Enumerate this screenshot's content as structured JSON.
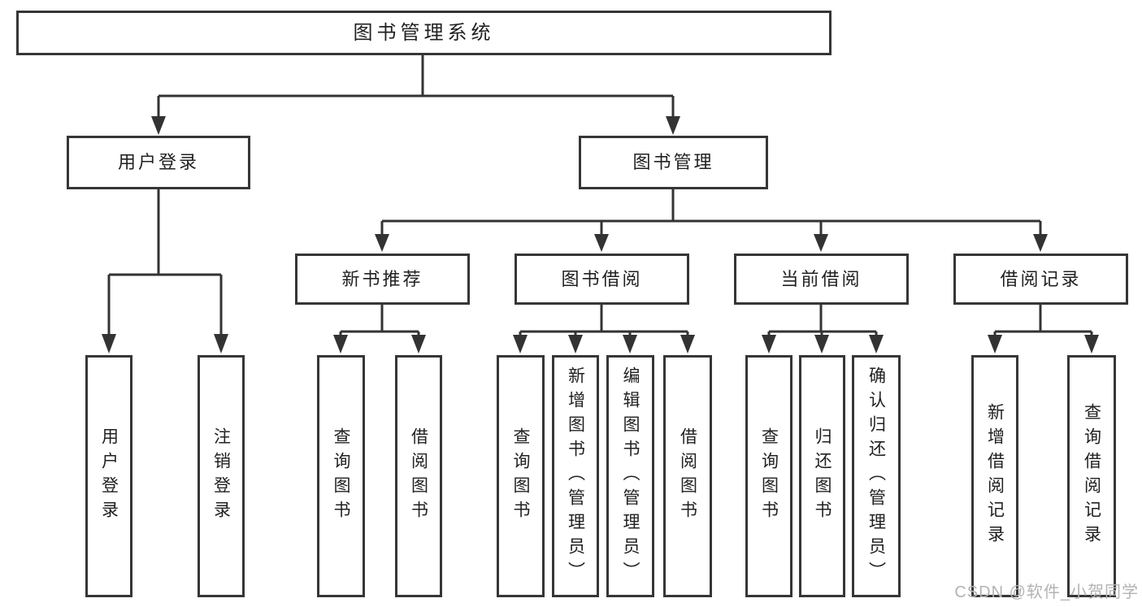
{
  "tree": {
    "label": "图书管理系统",
    "children": [
      {
        "label": "用户登录",
        "children": [
          {
            "label": "用户登录"
          },
          {
            "label": "注销登录"
          }
        ]
      },
      {
        "label": "图书管理",
        "children": [
          {
            "label": "新书推荐",
            "children": [
              {
                "label": "查询图书"
              },
              {
                "label": "借阅图书"
              }
            ]
          },
          {
            "label": "图书借阅",
            "children": [
              {
                "label": "查询图书"
              },
              {
                "label": "新增图书（管理员）"
              },
              {
                "label": "编辑图书（管理员）"
              },
              {
                "label": "借阅图书"
              }
            ]
          },
          {
            "label": "当前借阅",
            "children": [
              {
                "label": "查询图书"
              },
              {
                "label": "归还图书"
              },
              {
                "label": "确认归还（管理员）"
              }
            ]
          },
          {
            "label": "借阅记录",
            "children": [
              {
                "label": "新增借阅记录"
              },
              {
                "label": "查询借阅记录"
              }
            ]
          }
        ]
      }
    ]
  },
  "watermark": {
    "text": "CSDN @软件_小贺同学"
  },
  "colors": {
    "line": "#333333",
    "border": "#363636",
    "text": "#212121",
    "background": "#ffffff",
    "watermark": "#b3b3b3"
  }
}
